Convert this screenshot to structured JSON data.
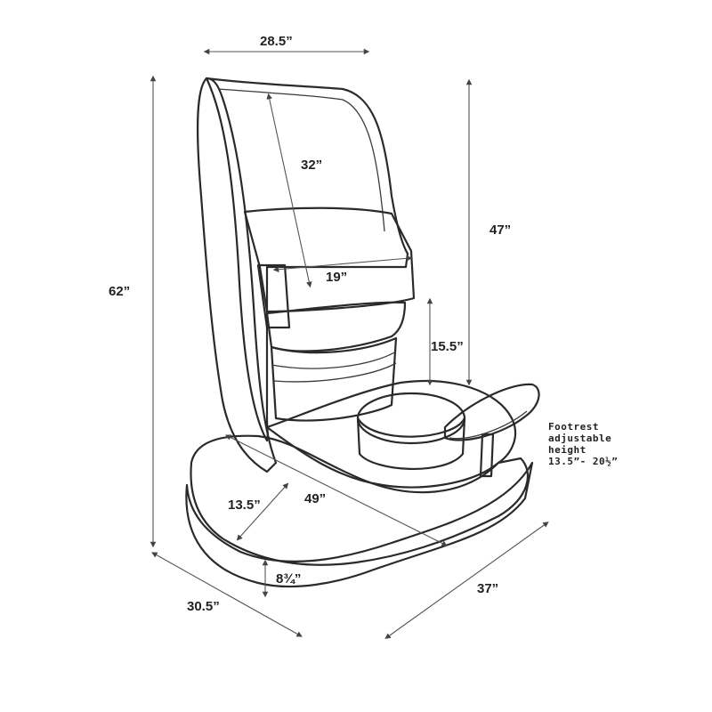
{
  "colors": {
    "ink": "#2a2a2a",
    "hatch": "#7a7a7a",
    "background": "#ffffff"
  },
  "dimensions": {
    "top_width": "28.5”",
    "back_height": "32”",
    "total_height": "62”",
    "seat_height": "47”",
    "seat_width": "19”",
    "seat_to_basin": "15.5”",
    "step_depth": "13.5”",
    "diagonal_length": "49”",
    "base_height": "8¾”",
    "base_left_width": "30.5”",
    "base_right_width": "37”"
  },
  "footrest_note": {
    "line1": "Footrest",
    "line2": "adjustable",
    "line3": "height",
    "line4": "13.5”- 20½”"
  }
}
